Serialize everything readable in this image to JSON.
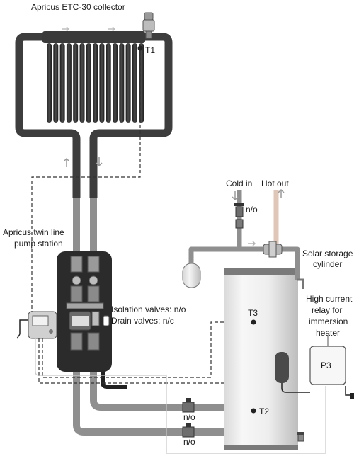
{
  "collector": {
    "title": "Apricus ETC-30 collector",
    "sensor": "T1"
  },
  "pump_station": {
    "label_line1": "Apricus twin line",
    "label_line2": "pump station",
    "isolation_note": "Isolation valves: n/o",
    "drain_note": "Drain valves: n/c"
  },
  "supply": {
    "cold_in": "Cold in",
    "hot_out": "Hot out",
    "cold_valve_state": "n/o"
  },
  "cylinder": {
    "label_line1": "Solar storage",
    "label_line2": "cylinder",
    "sensor_top": "T3",
    "sensor_bottom": "T2",
    "lower_valve_top_state": "n/o",
    "lower_valve_bottom_state": "n/o"
  },
  "relay": {
    "label_line1": "High current",
    "label_line2": "relay for",
    "label_line3": "immersion",
    "label_line4": "heater",
    "name": "P3"
  },
  "colors": {
    "pipe": "#8a8a8a",
    "pipe_dark": "#3f3f3f",
    "panel": "#2b2b2b",
    "cylinder_light": "#f2f2f2",
    "cylinder_shade": "#c8c8c8"
  }
}
